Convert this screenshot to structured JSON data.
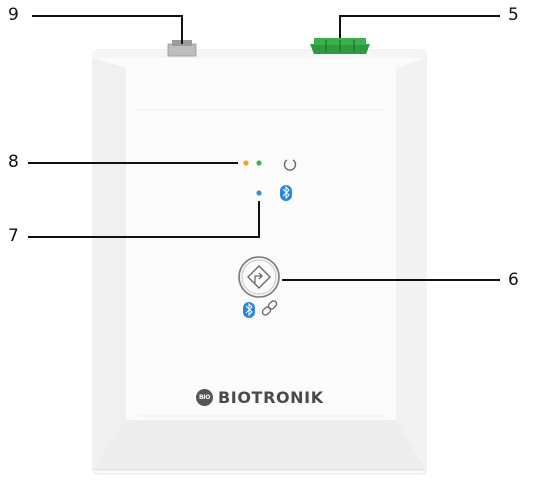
{
  "callouts": {
    "n9": "9",
    "n5": "5",
    "n8": "8",
    "n7": "7",
    "n6": "6"
  },
  "brand": {
    "name": "BIOTRONIK",
    "logo_text": "BIO"
  },
  "colors": {
    "device_body": "#fbfbfb",
    "device_edge": "#e8e8e8",
    "connector_green": "#2e9a3e",
    "led_orange": "#f0a030",
    "led_green": "#4ab04a",
    "led_blue": "#3a8fd8",
    "bluetooth_blue": "#2a86d6",
    "leader_line": "#111111"
  },
  "icons": [
    "power-indicator-icon",
    "bluetooth-icon",
    "button-diamond-icon",
    "link-icon",
    "brand-logo-icon"
  ]
}
